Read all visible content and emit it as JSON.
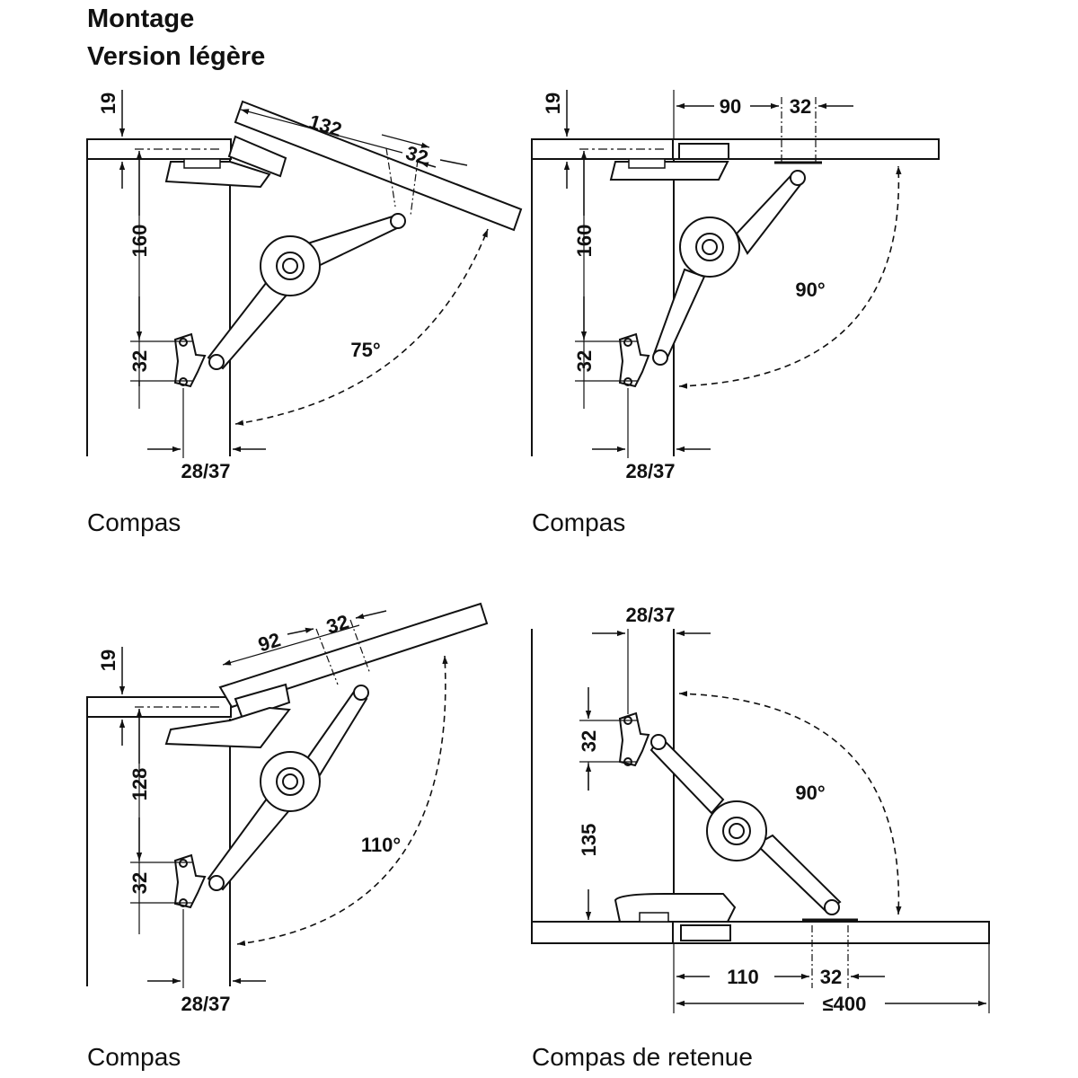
{
  "title": {
    "line1": "Montage",
    "line2": "Version légère"
  },
  "panels": [
    {
      "caption": "Compas",
      "angle": "75°",
      "dims": {
        "top_thickness": "19",
        "d132": "132",
        "d32_top": "32",
        "d160": "160",
        "d32_side": "32",
        "d2837": "28/37"
      }
    },
    {
      "caption": "Compas",
      "angle": "90°",
      "dims": {
        "top_thickness": "19",
        "d90": "90",
        "d32_top": "32",
        "d160": "160",
        "d32_side": "32",
        "d2837": "28/37"
      }
    },
    {
      "caption": "Compas",
      "angle": "110°",
      "dims": {
        "top_thickness": "19",
        "d92": "92",
        "d32_top": "32",
        "d128": "128",
        "d32_side": "32",
        "d2837": "28/37"
      }
    },
    {
      "caption": "Compas de retenue",
      "angle": "90°",
      "dims": {
        "d2837": "28/37",
        "d32_side": "32",
        "d135": "135",
        "d110": "110",
        "d32_bottom": "32",
        "dmax": "≤400"
      }
    }
  ],
  "colors": {
    "line": "#111111",
    "background": "#ffffff"
  }
}
